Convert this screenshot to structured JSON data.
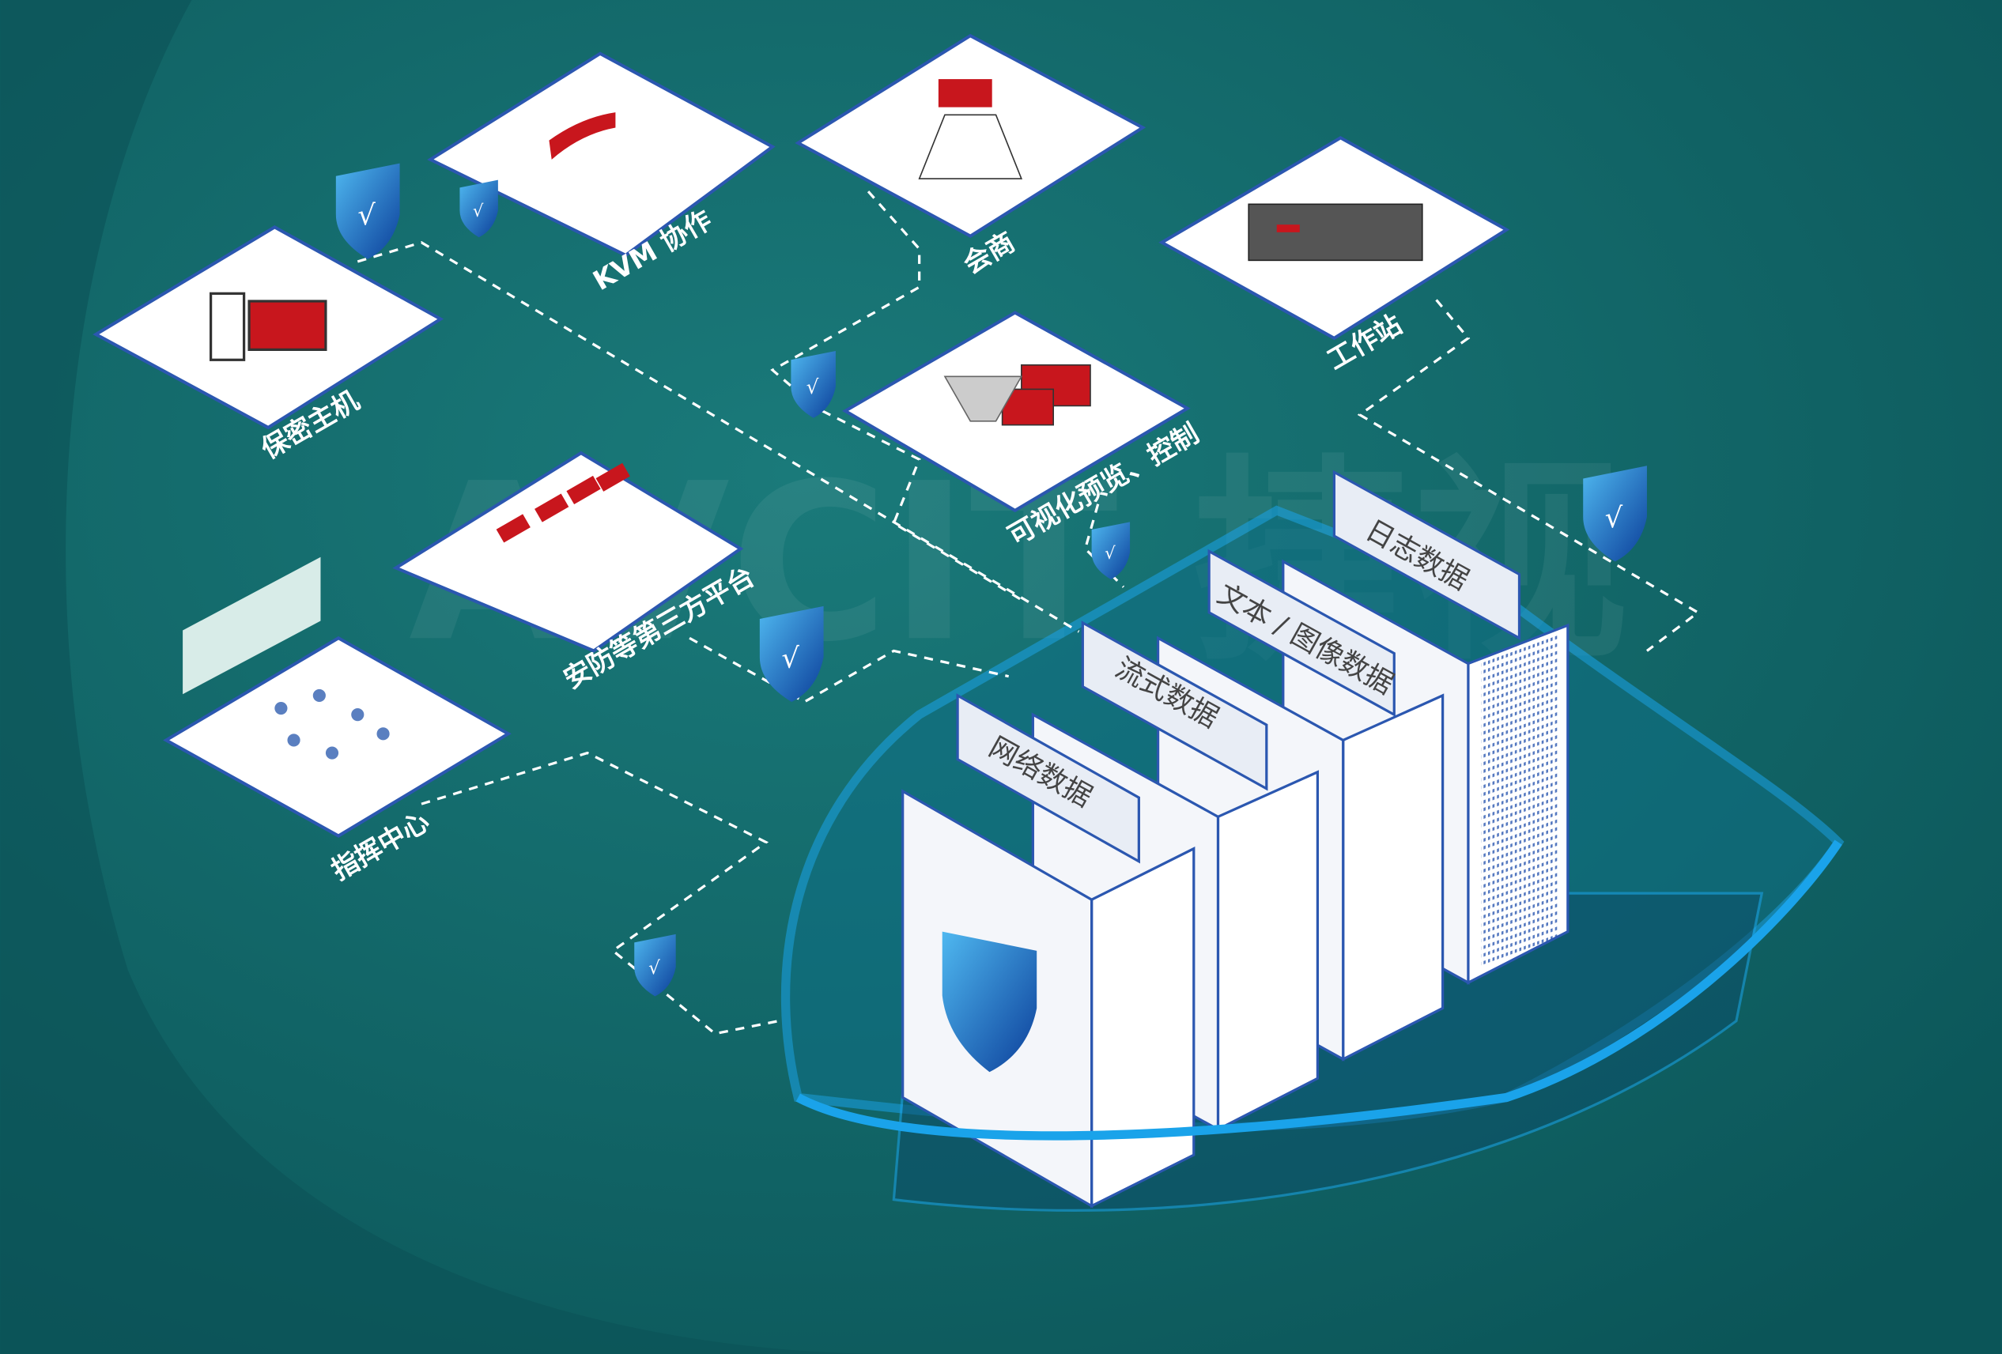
{
  "watermark": "AVCIT 捷视",
  "nodes": {
    "kvm": "KVM 协作",
    "consult": "会商",
    "workstation": "工作站",
    "secure_host": "保密主机",
    "visual_preview": "可视化预览、控制",
    "security_platform": "安防等第三方平台",
    "command_center": "指挥中心"
  },
  "servers": [
    "网络数据",
    "流式数据",
    "文本 / 图像数据",
    "日志数据"
  ],
  "colors": {
    "background": "#0e5f62",
    "accent_red": "#c8161d",
    "tile_border": "#2b57b0",
    "shield_glow": "#1aa3ea"
  }
}
